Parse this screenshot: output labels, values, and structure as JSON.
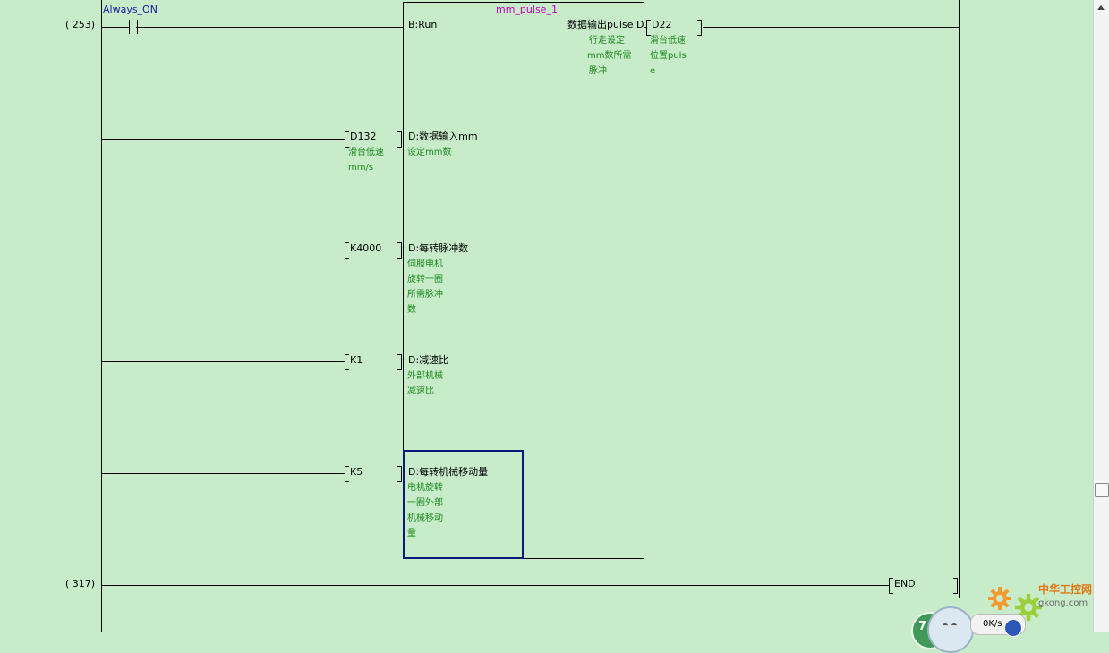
{
  "rungs": [
    {
      "step": "( 253)"
    },
    {
      "step": "( 317)"
    }
  ],
  "contact": {
    "label": "Always_ON"
  },
  "fb": {
    "name": "mm_pulse_1",
    "pin_run": "B:Run",
    "pin_out": "数据输出pulse D",
    "pin_out_comment": [
      "行走设定",
      "mm数所需",
      "脉冲"
    ],
    "inputs": [
      {
        "operand": "D132",
        "operand_comment": [
          "滑台低速",
          "mm/s"
        ],
        "pin": "D:数据输入mm",
        "pin_comment": [
          "设定mm数"
        ]
      },
      {
        "operand": "K4000",
        "operand_comment": [],
        "pin": "D:每转脉冲数",
        "pin_comment": [
          "伺服电机",
          "旋转一圈",
          "所需脉冲",
          "数"
        ]
      },
      {
        "operand": "K1",
        "operand_comment": [],
        "pin": "D:减速比",
        "pin_comment": [
          "外部机械",
          "减速比"
        ]
      },
      {
        "operand": "K5",
        "operand_comment": [],
        "pin": "D:每转机械移动量",
        "pin_comment": [
          "电机旋转",
          "一圈外部",
          "机械移动",
          "量"
        ]
      }
    ],
    "output": {
      "operand": "D22",
      "comment": [
        "滑台低速",
        "位置puls",
        "e"
      ]
    }
  },
  "end_label": "END",
  "watermark": {
    "site_cn": "中华工控网",
    "site": "gkong.com"
  },
  "net_speed": "0K/s",
  "badge_number": "7",
  "colors": {
    "background": "#c8ecca",
    "comment": "#1d8a1d",
    "label_blue": "#1a1aa0",
    "fb_name": "#c000c0",
    "selection": "#0a1a7a"
  }
}
